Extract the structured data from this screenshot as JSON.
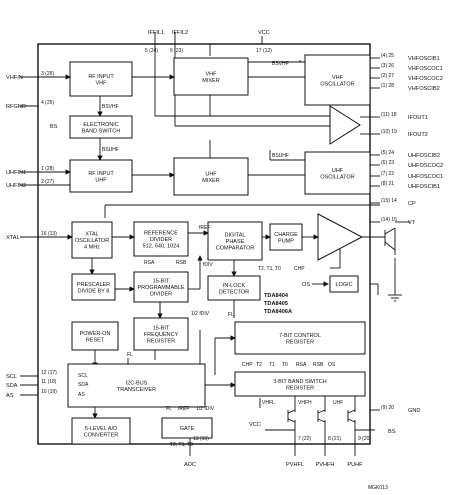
{
  "supply": {
    "label": "VCC",
    "vcc": "VCC"
  },
  "top_pins": {
    "iffil1": "IFFIL1",
    "iffil2": "IFFIL2",
    "p1": "5 (24)",
    "p2": "6 (23)",
    "p3": "17 (12)"
  },
  "left_pins": [
    {
      "name": "VHFIN",
      "num": "3 (26)"
    },
    {
      "name": "RFGND",
      "num": "4 (25)"
    },
    {
      "name": "UHFIN1",
      "num": "1 (28)"
    },
    {
      "name": "UHFIN2",
      "num": "2 (27)"
    },
    {
      "name": "XTAL",
      "num": "16 (13)"
    },
    {
      "name": "SCL",
      "num": "12 (17)"
    },
    {
      "name": "SDA",
      "num": "11 (18)"
    },
    {
      "name": "AS",
      "num": "10 (19)"
    }
  ],
  "right_pins": [
    {
      "name": "VHFOSCIB1",
      "num": "(4) 25"
    },
    {
      "name": "VHFOSCOC1",
      "num": "(3) 26"
    },
    {
      "name": "VHFOSCOC2",
      "num": "(2) 27"
    },
    {
      "name": "VHFOSCIB2",
      "num": "(1) 28"
    },
    {
      "name": "IFOUT1",
      "num": "(11) 18"
    },
    {
      "name": "IFOUT2",
      "num": "(10) 19"
    },
    {
      "name": "UHFOSCIB2",
      "num": "(5) 24"
    },
    {
      "name": "UHFOSCOC2",
      "num": "(6) 23"
    },
    {
      "name": "UHFOSCOC1",
      "num": "(7) 22"
    },
    {
      "name": "UHFOSCIB1",
      "num": "(8) 21"
    },
    {
      "name": "CP",
      "num": "(15) 14"
    },
    {
      "name": "VT",
      "num": "(14) 15"
    },
    {
      "name": "GND",
      "num": "(9) 20"
    }
  ],
  "bottom_pins": [
    {
      "name": "ADC",
      "num": "13 (16)"
    },
    {
      "name": "PVHFL",
      "num": "7 (22)"
    },
    {
      "name": "PVHFH",
      "num": "8 (21)"
    },
    {
      "name": "PUHF",
      "num": "9 (20)"
    }
  ],
  "blocks": {
    "rf_vhf": [
      "RF INPUT",
      "VHF"
    ],
    "vhf_mixer": [
      "VHF",
      "MIXER"
    ],
    "vhf_osc": [
      "VHF",
      "OSCILLATOR"
    ],
    "band_switch": [
      "ELECTRONIC",
      "BAND SWITCH"
    ],
    "if_amp": [
      "IF",
      "AMPLIFIER"
    ],
    "rf_uhf": [
      "RF INPUT",
      "UHF"
    ],
    "uhf_mixer": [
      "UHF",
      "MIXER"
    ],
    "uhf_osc": [
      "UHF",
      "OSCILLATOR"
    ],
    "xtal_osc": [
      "XTAL",
      "OSCILLATOR",
      "4 MHz"
    ],
    "ref_div": [
      "REFERENCE",
      "DIVIDER",
      "512, 640, 1024"
    ],
    "phase_comp": [
      "DIGITAL",
      "PHASE",
      "COMPARATOR"
    ],
    "charge_pump": [
      "CHARGE",
      "PUMP"
    ],
    "tuning_amp": [
      "TUNING",
      "AMPLIFIER"
    ],
    "prescaler": [
      "PRESCALER",
      "DIVIDE BY 8"
    ],
    "prog_div": [
      "15-BIT",
      "PROGRAMMABLE",
      "DIVIDER"
    ],
    "lock_det": [
      "IN-LOCK",
      "DETECTOR"
    ],
    "logic": [
      "LOGIC"
    ],
    "power_on": [
      "POWER-ON",
      "RESET"
    ],
    "freq_reg": [
      "15-BIT",
      "FREQUENCY",
      "REGISTER"
    ],
    "ctrl_reg": [
      "7-BIT CONTROL",
      "REGISTER"
    ],
    "i2c": [
      "I2C-BUS",
      "TRANSCEIVER"
    ],
    "band_reg": [
      "3-BIT BAND SWITCH",
      "REGISTER"
    ],
    "adc": [
      "5-LEVEL A/D",
      "CONVERTER"
    ],
    "gate": [
      "GATE"
    ]
  },
  "signals": {
    "bsvhf_a": "BSVHF",
    "bsvhf_b": "BSVHF",
    "bs": "BS",
    "bsuhf_a": "BSUHF",
    "bsuhf_b": "BSUHF",
    "fref": "fREF",
    "fdiv": "fDIV",
    "div_half": "1/2 fDIV",
    "rsa": "RSA",
    "rsb": "RSB",
    "fl": "FL",
    "fl2": "FL",
    "t_bits": "T2, T1, T0",
    "chp": "CHP",
    "os": "OS",
    "bs_out": "BS",
    "ctrl_bits": [
      "CHP",
      "T2",
      "T1",
      "T0",
      "RSA",
      "RSB",
      "OS"
    ],
    "band_bits": [
      "VHFL",
      "VHFH",
      "UHF"
    ],
    "i2c_pins": [
      "SCL",
      "SDA",
      "AS"
    ],
    "gate_in": [
      "FL",
      "fREF",
      "1/2 fDIV"
    ],
    "gate_bits": "T2, T1, T0"
  },
  "part_numbers": [
    "TDA8404",
    "TDA8405",
    "TDA8406A"
  ],
  "figure_id": "MGK013"
}
